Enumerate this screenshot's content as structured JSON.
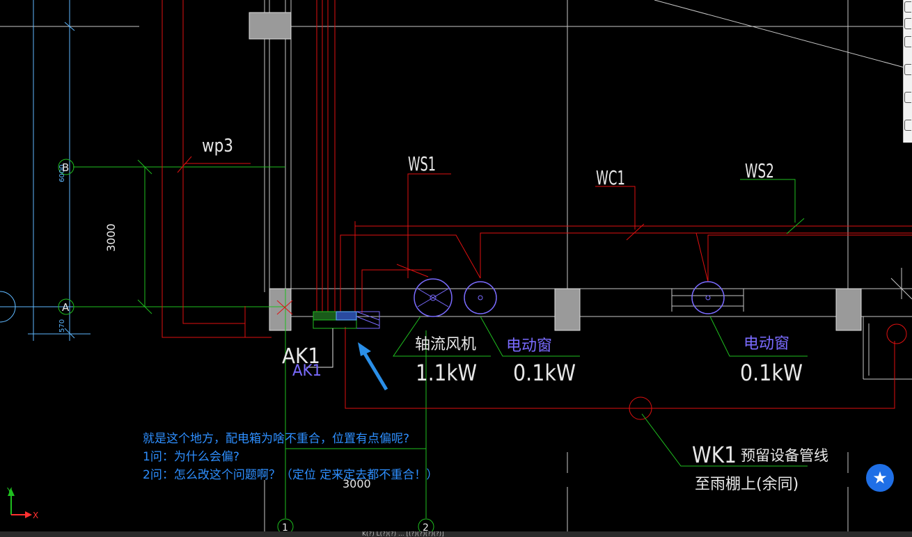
{
  "labels": {
    "wp3": "wp3",
    "ws1": "WS1",
    "wc1": "WC1",
    "ws2": "WS2",
    "ak1": "AK1",
    "ak1_ghost": "AK1",
    "fan": "轴流风机",
    "fan_power": "1.1kW",
    "window1": "电动窗",
    "window1_power": "0.1kW",
    "window2": "电动窗",
    "window2_power": "0.1kW",
    "wk1": "WK1",
    "wk1_desc": "预留设备管线",
    "wk1_desc2": "至雨棚上(余同)",
    "dim_3000_vertical": "3000",
    "dim_3000_horizontal": "3000",
    "dim_6000": "6000",
    "dim_570": "570",
    "axis_a": "A",
    "axis_b": "B",
    "axis_1": "1",
    "axis_2": "2",
    "ucs_x": "X",
    "ucs_y": "Y"
  },
  "notes": {
    "line1": "就是这个地方，配电箱为啥不重合，位置有点偏呢?",
    "line2": "1问：为什么会偏?",
    "line3": "2问：怎么改这个问题啊？（定位 定来定去都不重合！）"
  },
  "icons": {
    "favorite": "star-icon"
  },
  "statusbar": {
    "text": "K(?) L(?)(?) ... [(?)(?)(?)(?)]"
  },
  "colors": {
    "background": "#000000",
    "wall": "#c8c8c8",
    "wire_red": "#e01010",
    "wire_green": "#1fbf1f",
    "dimension_cyan": "#5fb8ff",
    "device_blue": "#7a6bff",
    "annotation_blue": "#2e8fff",
    "arrow_blue": "#2a8fe8"
  }
}
